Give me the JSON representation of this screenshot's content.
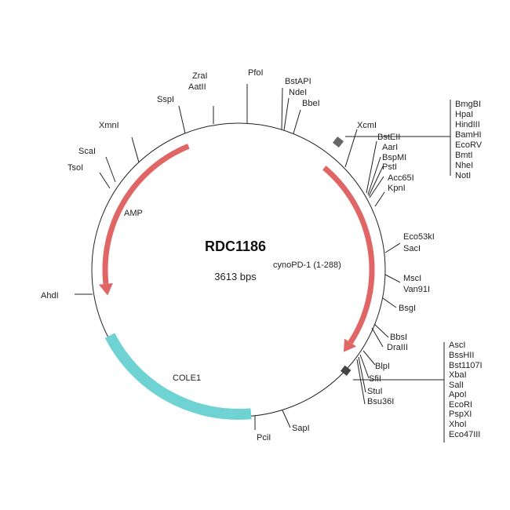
{
  "plasmid": {
    "name": "RDC1186",
    "size": "3613 bps"
  },
  "features": [
    {
      "label": "AMP",
      "color": "#e06666",
      "direction": "reverse"
    },
    {
      "label": "cynoPD-1 (1-288)",
      "color": "#e06666",
      "direction": "forward"
    },
    {
      "label": "COLE1",
      "color": "#6fd3d3",
      "direction": "none"
    }
  ],
  "sites": {
    "zrai": "ZraI",
    "aatii": "AatII",
    "pfoi": "PfoI",
    "bstapi": "BstAPI",
    "ndei": "NdeI",
    "bbei": "BbeI",
    "sspi": "SspI",
    "xmni": "XmnI",
    "scai": "ScaI",
    "tsoi": "TsoI",
    "ahdi": "AhdI",
    "xcmi": "XcmI",
    "bsteii": "BstEII",
    "aari": "AarI",
    "bspmi": "BspMI",
    "psti": "PstI",
    "acc65i": "Acc65I",
    "kpni": "KpnI",
    "eco53ki": "Eco53kI",
    "saci": "SacI",
    "msci": "MscI",
    "van91i": "Van91I",
    "bsgi": "BsgI",
    "bbsi": "BbsI",
    "draiii": "DraIII",
    "blpi": "BlpI",
    "sfii": "SfiI",
    "stui": "StuI",
    "bsu36i": "Bsu36I",
    "sapi": "SapI",
    "pcii": "PciI"
  },
  "mcs_top": [
    "BmgBI",
    "HpaI",
    "HindIII",
    "BamHI",
    "EcoRV",
    "BmtI",
    "NheI",
    "NotI"
  ],
  "mcs_bottom": [
    "AscI",
    "BssHII",
    "Bst1107I",
    "XbaI",
    "SalI",
    "ApoI",
    "EcoRI",
    "PspXI",
    "XhoI",
    "Eco47III"
  ]
}
